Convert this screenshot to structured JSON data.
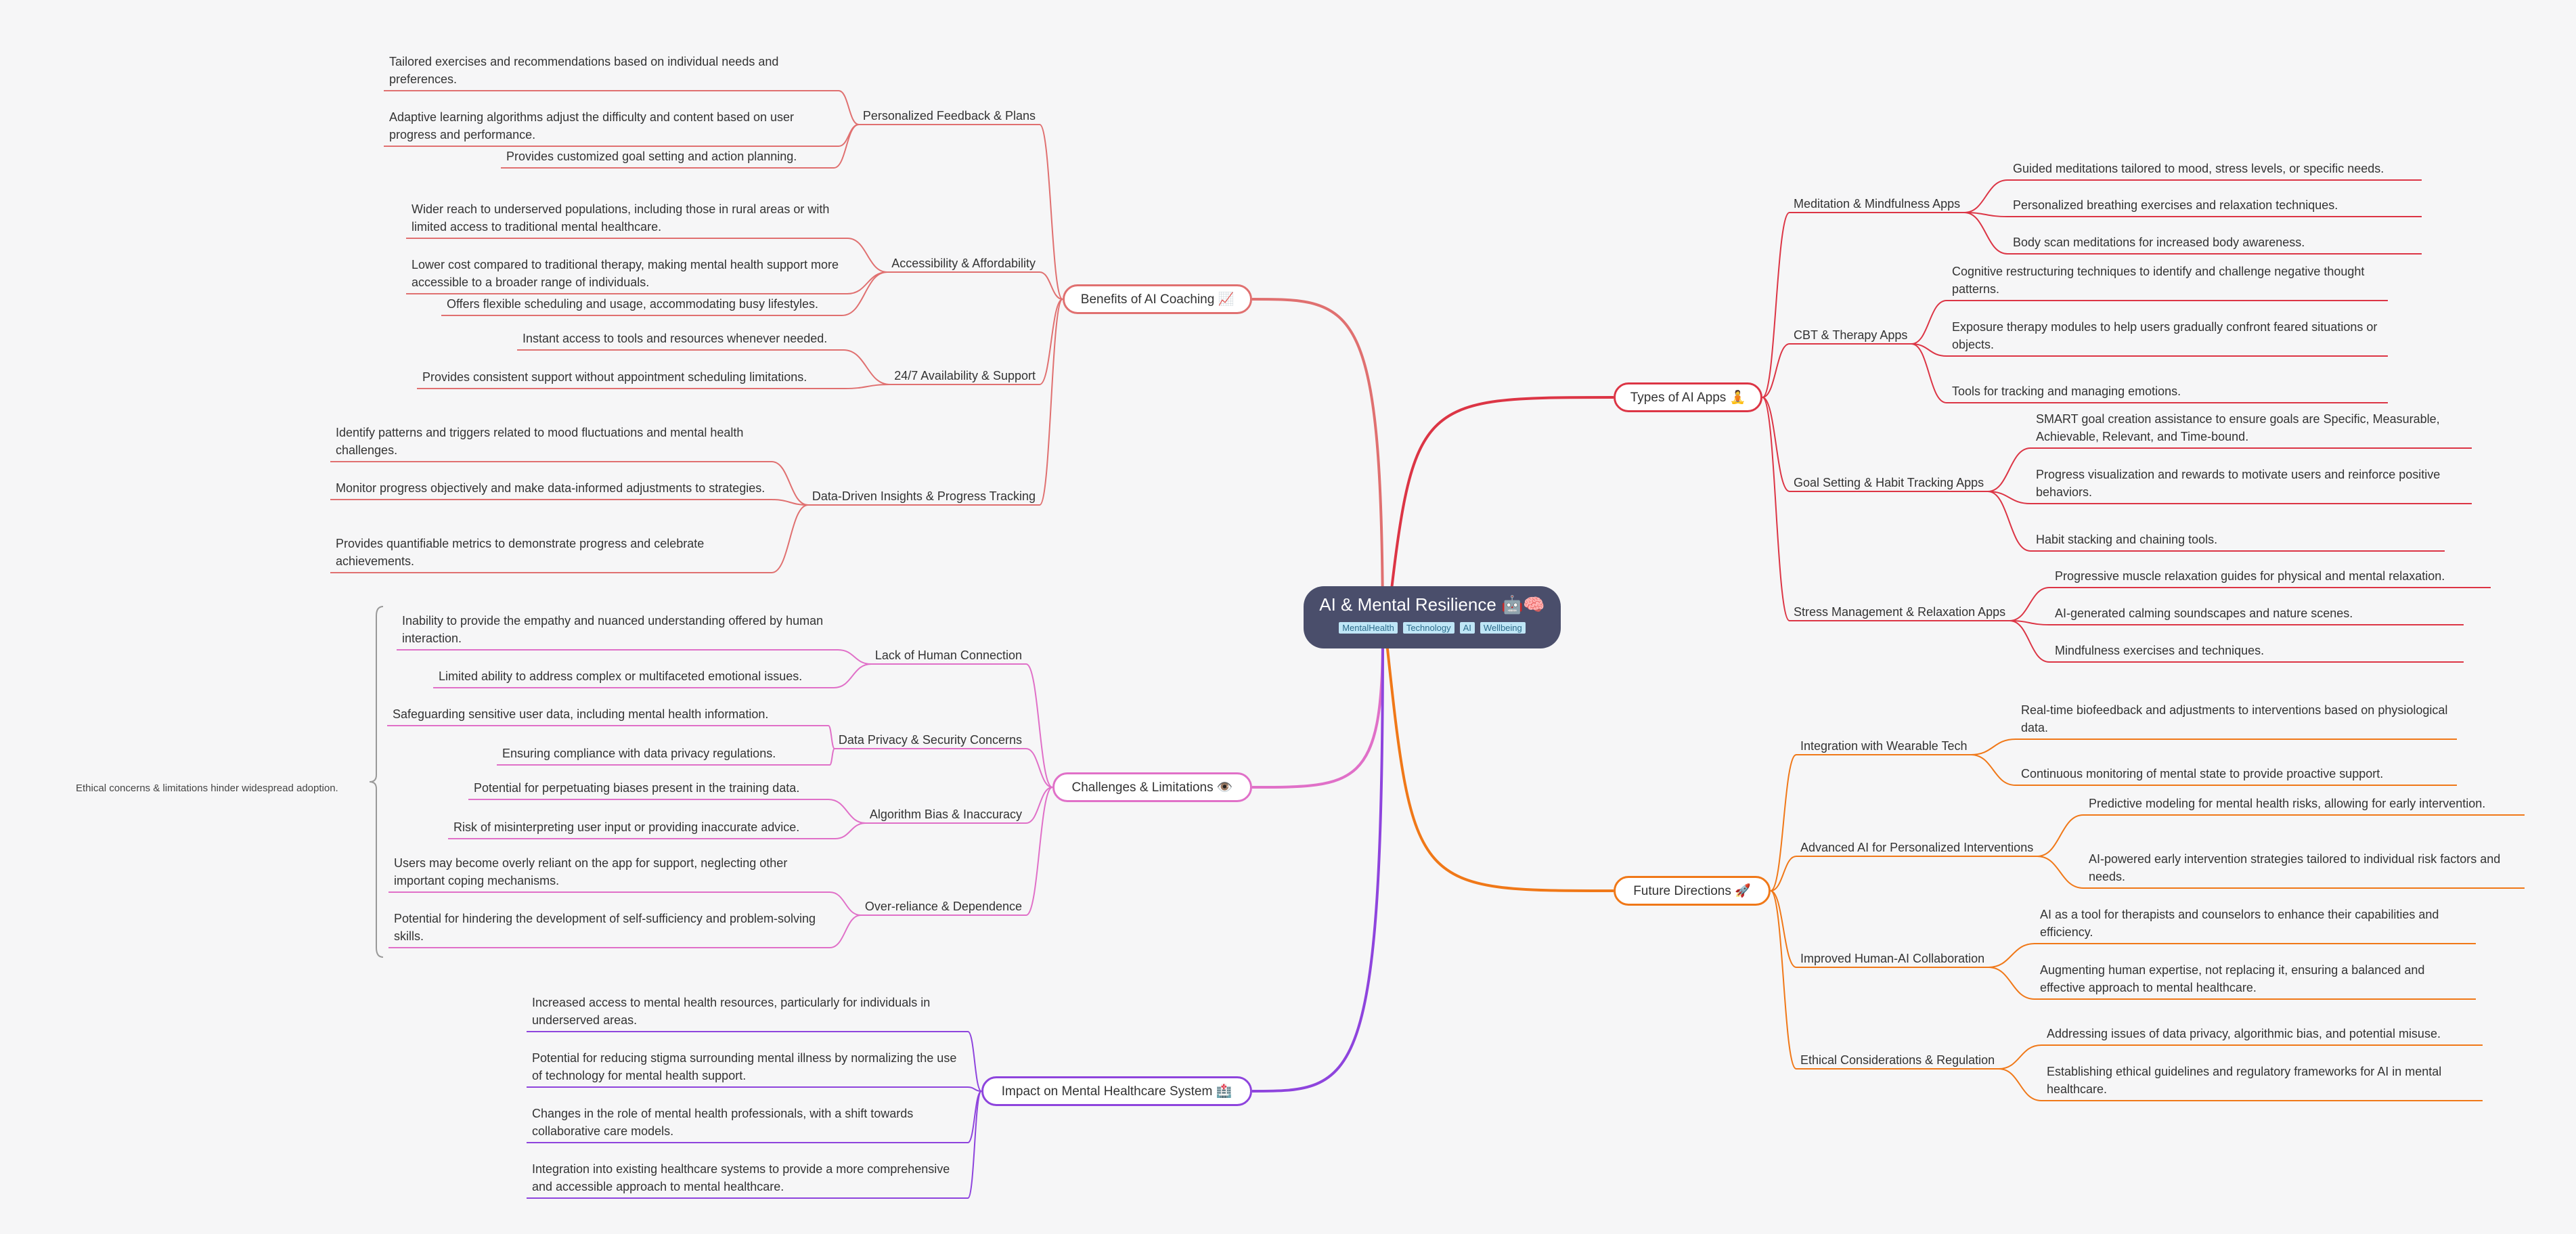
{
  "root": {
    "title": "AI & Mental Resilience 🤖🧠",
    "tags": [
      "MentalHealth",
      "Technology",
      "AI",
      "Wellbeing"
    ]
  },
  "colors": {
    "benefits": "#e07070",
    "challenges": "#e070c8",
    "impact": "#8e44dd",
    "types": "#dc3545",
    "future": "#f07818",
    "root_bg": "#4a4e6b",
    "tag_bg": "#bfe6f6"
  },
  "branches": [
    {
      "id": "benefits",
      "label": "Benefits of AI Coaching 📈",
      "side": "left",
      "children": [
        {
          "label": "Personalized Feedback & Plans",
          "leaves": [
            "Tailored exercises and recommendations based on individual needs and preferences.",
            "Adaptive learning algorithms adjust the difficulty and content based on user progress and performance.",
            "Provides customized goal setting and action planning."
          ]
        },
        {
          "label": "Accessibility & Affordability",
          "leaves": [
            "Wider reach to underserved populations, including those in rural areas or with limited access to traditional mental healthcare.",
            "Lower cost compared to traditional therapy, making mental health support more accessible to a broader range of individuals.",
            "Offers flexible scheduling and usage, accommodating busy lifestyles."
          ]
        },
        {
          "label": "24/7 Availability & Support",
          "leaves": [
            "Instant access to tools and resources whenever needed.",
            "Provides consistent support without appointment scheduling limitations."
          ]
        },
        {
          "label": "Data-Driven Insights & Progress Tracking",
          "leaves": [
            "Identify patterns and triggers related to mood fluctuations and mental health challenges.",
            "Monitor progress objectively and make data-informed adjustments to strategies.",
            "Provides quantifiable metrics to demonstrate progress and celebrate achievements."
          ]
        }
      ]
    },
    {
      "id": "challenges",
      "label": "Challenges & Limitations 👁️",
      "side": "left",
      "summary": "Ethical concerns & limitations hinder widespread adoption.",
      "children": [
        {
          "label": "Lack of Human Connection",
          "leaves": [
            "Inability to provide the empathy and nuanced understanding offered by human interaction.",
            "Limited ability to address complex or multifaceted emotional issues."
          ]
        },
        {
          "label": "Data Privacy & Security Concerns",
          "leaves": [
            "Safeguarding sensitive user data, including mental health information.",
            "Ensuring compliance with data privacy regulations."
          ]
        },
        {
          "label": "Algorithm Bias & Inaccuracy",
          "leaves": [
            "Potential for perpetuating biases present in the training data.",
            "Risk of misinterpreting user input or providing inaccurate advice."
          ]
        },
        {
          "label": "Over-reliance & Dependence",
          "leaves": [
            "Users may become overly reliant on the app for support, neglecting other important coping mechanisms.",
            "Potential for hindering the development of self-sufficiency and problem-solving skills."
          ]
        }
      ]
    },
    {
      "id": "impact",
      "label": "Impact on Mental Healthcare System 🏥",
      "side": "left",
      "children": [
        {
          "label": "",
          "leaves": [
            "Increased access to mental health resources, particularly for individuals in underserved areas.",
            "Potential for reducing stigma surrounding mental illness by normalizing the use of technology for mental health support.",
            "Changes in the role of mental health professionals, with a shift towards collaborative care models.",
            "Integration into existing healthcare systems to provide a more comprehensive and accessible approach to mental healthcare."
          ]
        }
      ]
    },
    {
      "id": "types",
      "label": "Types of AI Apps 🧘",
      "side": "right",
      "children": [
        {
          "label": "Meditation & Mindfulness Apps",
          "leaves": [
            "Guided meditations tailored to mood, stress levels, or specific needs.",
            "Personalized breathing exercises and relaxation techniques.",
            "Body scan meditations for increased body awareness."
          ]
        },
        {
          "label": "CBT & Therapy Apps",
          "leaves": [
            "Cognitive restructuring techniques to identify and challenge negative thought patterns.",
            "Exposure therapy modules to help users gradually confront feared situations or objects.",
            "Tools for tracking and managing emotions."
          ]
        },
        {
          "label": "Goal Setting & Habit Tracking Apps",
          "leaves": [
            "SMART goal creation assistance to ensure goals are Specific, Measurable, Achievable, Relevant, and Time-bound.",
            "Progress visualization and rewards to motivate users and reinforce positive behaviors.",
            "Habit stacking and chaining tools."
          ]
        },
        {
          "label": "Stress Management & Relaxation Apps",
          "leaves": [
            "Progressive muscle relaxation guides for physical and mental relaxation.",
            "AI-generated calming soundscapes and nature scenes.",
            "Mindfulness exercises and techniques."
          ]
        }
      ]
    },
    {
      "id": "future",
      "label": "Future Directions 🚀",
      "side": "right",
      "children": [
        {
          "label": "Integration with Wearable Tech",
          "leaves": [
            "Real-time biofeedback and adjustments to interventions based on physiological data.",
            "Continuous monitoring of mental state to provide proactive support."
          ]
        },
        {
          "label": "Advanced AI for Personalized Interventions",
          "leaves": [
            "Predictive modeling for mental health risks, allowing for early intervention.",
            "AI-powered early intervention strategies tailored to individual risk factors and needs."
          ]
        },
        {
          "label": "Improved Human-AI Collaboration",
          "leaves": [
            "AI as a tool for therapists and counselors to enhance their capabilities and efficiency.",
            "Augmenting human expertise, not replacing it, ensuring a balanced and effective approach to mental healthcare."
          ]
        },
        {
          "label": "Ethical Considerations & Regulation",
          "leaves": [
            "Addressing issues of data privacy, algorithmic bias, and potential misuse.",
            "Establishing ethical guidelines and regulatory frameworks for AI in mental healthcare."
          ]
        }
      ]
    }
  ]
}
